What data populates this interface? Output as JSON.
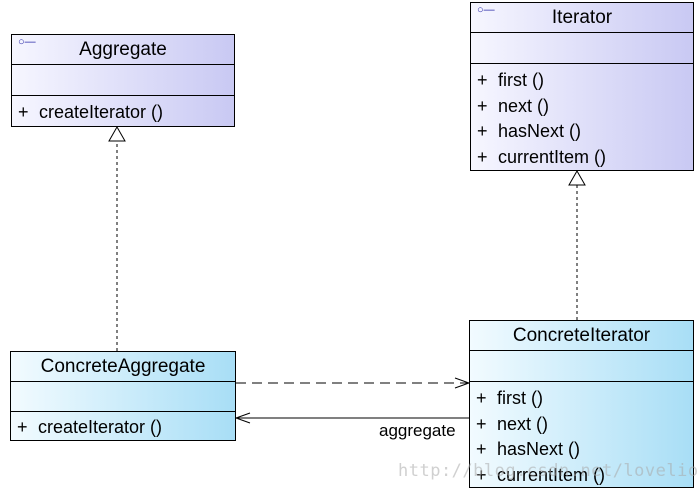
{
  "aggregate": {
    "stereotype": "○—",
    "name": "Aggregate",
    "operations": [
      {
        "vis": "+",
        "label": "createIterator ()"
      }
    ]
  },
  "iterator": {
    "stereotype": "○—",
    "name": "Iterator",
    "operations": [
      {
        "vis": "+",
        "label": "first ()"
      },
      {
        "vis": "+",
        "label": "next ()"
      },
      {
        "vis": "+",
        "label": "hasNext ()"
      },
      {
        "vis": "+",
        "label": "currentItem ()"
      }
    ]
  },
  "concrete_aggregate": {
    "name": "ConcreteAggregate",
    "operations": [
      {
        "vis": "+",
        "label": "createIterator ()"
      }
    ]
  },
  "concrete_iterator": {
    "name": "ConcreteIterator",
    "operations": [
      {
        "vis": "+",
        "label": "first ()"
      },
      {
        "vis": "+",
        "label": "next ()"
      },
      {
        "vis": "+",
        "label": "hasNext ()"
      },
      {
        "vis": "+",
        "label": "currentItem ()"
      }
    ]
  },
  "association": {
    "label": "aggregate"
  },
  "watermark": "http://blog.csdn.net/lovelion"
}
